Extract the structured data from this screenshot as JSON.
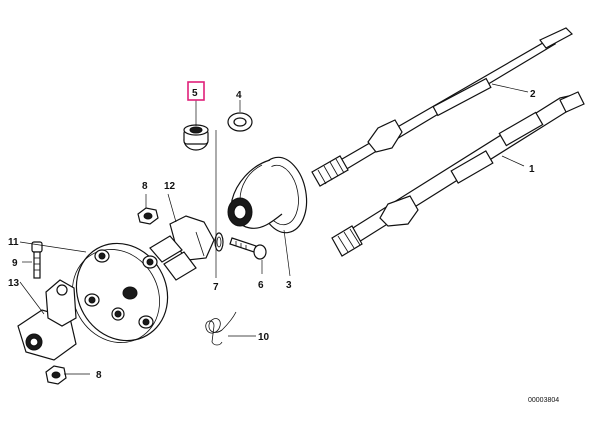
{
  "diagram": {
    "highlight_color": "#e0207a",
    "reference_number": "00003804",
    "callouts": [
      {
        "id": "p1",
        "label": "1"
      },
      {
        "id": "p2",
        "label": "2"
      },
      {
        "id": "p3",
        "label": "3"
      },
      {
        "id": "p4",
        "label": "4"
      },
      {
        "id": "p5",
        "label": "5",
        "highlighted": true
      },
      {
        "id": "p6",
        "label": "6"
      },
      {
        "id": "p7",
        "label": "7"
      },
      {
        "id": "p8a",
        "label": "8"
      },
      {
        "id": "p8b",
        "label": "8"
      },
      {
        "id": "p9",
        "label": "9"
      },
      {
        "id": "p10",
        "label": "10"
      },
      {
        "id": "p11",
        "label": "11"
      },
      {
        "id": "p12",
        "label": "12"
      },
      {
        "id": "p13",
        "label": "13"
      }
    ]
  }
}
